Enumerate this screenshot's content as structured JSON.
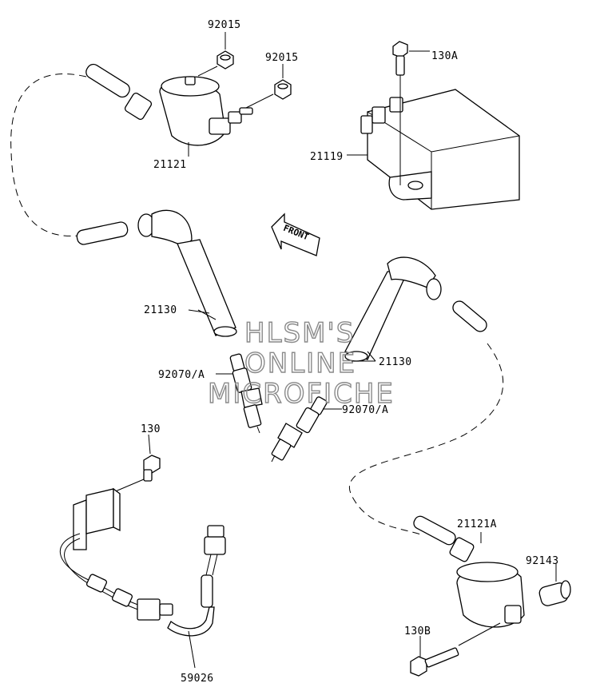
{
  "diagram": {
    "front_label": "FRONT",
    "watermark": [
      "HLSM'S",
      "ONLINE",
      "MICROFICHE"
    ],
    "parts": [
      {
        "id": "p1",
        "number": "92015"
      },
      {
        "id": "p2",
        "number": "92015"
      },
      {
        "id": "p3",
        "number": "130A"
      },
      {
        "id": "p4",
        "number": "21121"
      },
      {
        "id": "p5",
        "number": "21119"
      },
      {
        "id": "p6",
        "number": "21130"
      },
      {
        "id": "p7",
        "number": "21130"
      },
      {
        "id": "p8",
        "number": "92070/A"
      },
      {
        "id": "p9",
        "number": "92070/A"
      },
      {
        "id": "p10",
        "number": "130"
      },
      {
        "id": "p11",
        "number": "21121A"
      },
      {
        "id": "p12",
        "number": "92143"
      },
      {
        "id": "p13",
        "number": "130B"
      },
      {
        "id": "p14",
        "number": "59026"
      }
    ]
  }
}
